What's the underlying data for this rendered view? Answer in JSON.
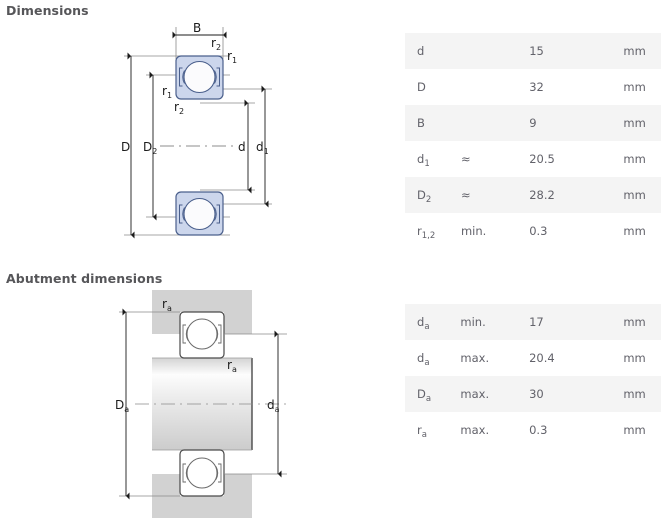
{
  "sections": {
    "dimensions": {
      "title": "Dimensions",
      "table": [
        {
          "symbol": "d",
          "sub": "",
          "qualifier": "",
          "value": "15",
          "unit": "mm"
        },
        {
          "symbol": "D",
          "sub": "",
          "qualifier": "",
          "value": "32",
          "unit": "mm"
        },
        {
          "symbol": "B",
          "sub": "",
          "qualifier": "",
          "value": "9",
          "unit": "mm"
        },
        {
          "symbol": "d",
          "sub": "1",
          "qualifier": "≈",
          "value": "20.5",
          "unit": "mm"
        },
        {
          "symbol": "D",
          "sub": "2",
          "qualifier": "≈",
          "value": "28.2",
          "unit": "mm"
        },
        {
          "symbol": "r",
          "sub": "1,2",
          "qualifier": "min.",
          "value": "0.3",
          "unit": "mm"
        }
      ],
      "drawing_labels": {
        "B": "B",
        "D": "D",
        "D2_main": "D",
        "D2_sub": "2",
        "d": "d",
        "d1_main": "d",
        "d1_sub": "1",
        "r1_main": "r",
        "r1_sub": "1",
        "r2_main": "r",
        "r2_sub": "2"
      }
    },
    "abutment": {
      "title": "Abutment dimensions",
      "table": [
        {
          "symbol": "d",
          "sub": "a",
          "qualifier": "min.",
          "value": "17",
          "unit": "mm"
        },
        {
          "symbol": "d",
          "sub": "a",
          "qualifier": "max.",
          "value": "20.4",
          "unit": "mm"
        },
        {
          "symbol": "D",
          "sub": "a",
          "qualifier": "max.",
          "value": "30",
          "unit": "mm"
        },
        {
          "symbol": "r",
          "sub": "a",
          "qualifier": "max.",
          "value": "0.3",
          "unit": "mm"
        }
      ],
      "drawing_labels": {
        "Da_main": "D",
        "Da_sub": "a",
        "da_main": "d",
        "da_sub": "a",
        "ra_main": "r",
        "ra_sub": "a"
      }
    }
  },
  "colors": {
    "bearing_fill": "#ccd6ec",
    "bearing_stroke": "#4a5f8c",
    "shaft_grey": "#d2d2d2",
    "dim_line": "#1b1b1b",
    "heading": "#565659",
    "row_shaded": "#f4f4f4"
  }
}
